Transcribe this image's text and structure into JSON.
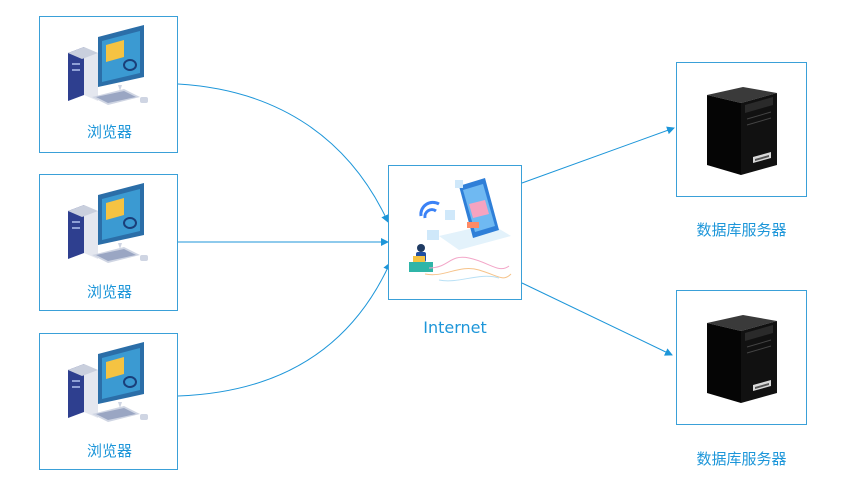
{
  "browsers": [
    {
      "label": "浏览器"
    },
    {
      "label": "浏览器"
    },
    {
      "label": "浏览器"
    }
  ],
  "internet": {
    "label": "Internet"
  },
  "servers": [
    {
      "label": "数据库服务器"
    },
    {
      "label": "数据库服务器"
    }
  ],
  "colors": {
    "border": "#3aa0d8",
    "arrow": "#1d96d9",
    "text": "#1d96d9"
  }
}
